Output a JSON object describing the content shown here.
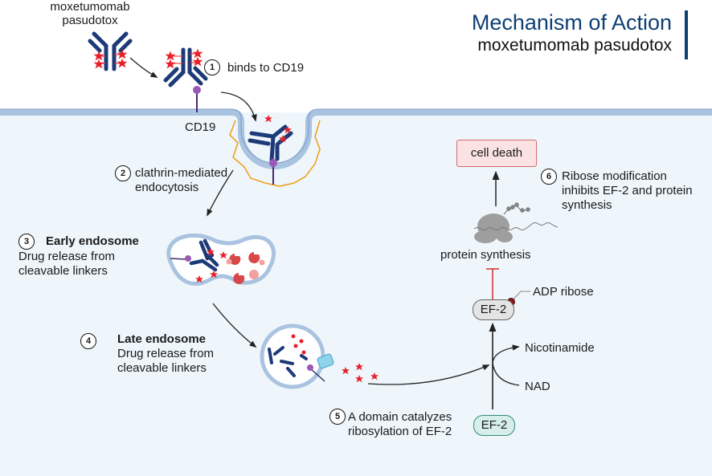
{
  "title": {
    "main": "Mechanism of Action",
    "subtitle": "moxetumomab pasudotox"
  },
  "drug_label": "moxetumomab pasudotox",
  "receptor_label": "CD19",
  "steps": [
    {
      "number": "1",
      "text": "binds to CD19"
    },
    {
      "number": "2",
      "text_line1": "clathrin-mediated",
      "text_line2": "endocytosis"
    },
    {
      "number": "3",
      "heading": "Early endosome",
      "text_line1": "Drug release from",
      "text_line2": "cleavable linkers"
    },
    {
      "number": "4",
      "heading": "Late endosome",
      "text_line1": "Drug release from",
      "text_line2": "cleavable linkers"
    },
    {
      "number": "5",
      "text_line1": "A domain catalyzes",
      "text_line2": "ribosylation of EF-2"
    },
    {
      "number": "6",
      "text_line1": "Ribose modification",
      "text_line2": "inhibits EF-2 and protein",
      "text_line3": "synthesis"
    }
  ],
  "pathway": {
    "cell_death": "cell death",
    "protein_synthesis": "protein synthesis",
    "adp_ribose": "ADP ribose",
    "ef2_modified": "EF-2",
    "ef2": "EF-2",
    "nicotinamide": "Nicotinamide",
    "nad": "NAD"
  },
  "colors": {
    "title_blue": "#0d3f73",
    "antibody_navy": "#1d3a78",
    "toxin_red": "#e8202a",
    "membrane_blue": "#a9c3e0",
    "clathrin_orange": "#f0a020",
    "receptor_purple": "#9b59b6",
    "death_box_fill": "#fbe3e3",
    "ef2_teal": "#d6efea"
  }
}
